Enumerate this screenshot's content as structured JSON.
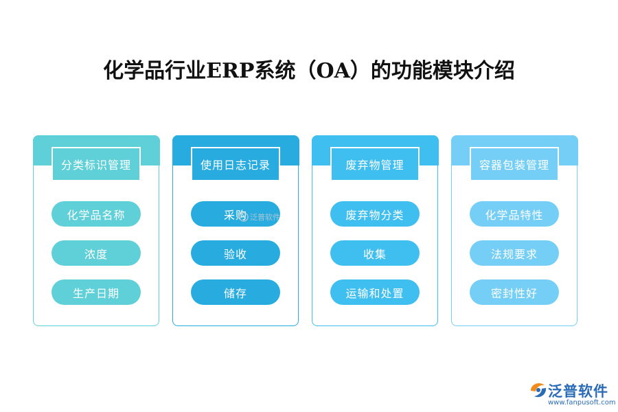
{
  "title": "化学品行业ERP系统（OA）的功能模块介绍",
  "modules": [
    {
      "header": "分类标识管理",
      "items": [
        "化学品名称",
        "浓度",
        "生产日期"
      ],
      "color": "#60d0d8"
    },
    {
      "header": "使用日志记录",
      "items": [
        "采购",
        "验收",
        "储存"
      ],
      "color": "#28acdf"
    },
    {
      "header": "废弃物管理",
      "items": [
        "废弃物分类",
        "收集",
        "运输和处置"
      ],
      "color": "#3fbef0"
    },
    {
      "header": "容器包装管理",
      "items": [
        "化学品特性",
        "法规要求",
        "密封性好"
      ],
      "color": "#74cef5"
    }
  ],
  "watermark": "泛普软件",
  "logo": {
    "name": "泛普软件",
    "url": "www.fanpusoft.com",
    "icon": "fanpu-logo-icon"
  }
}
